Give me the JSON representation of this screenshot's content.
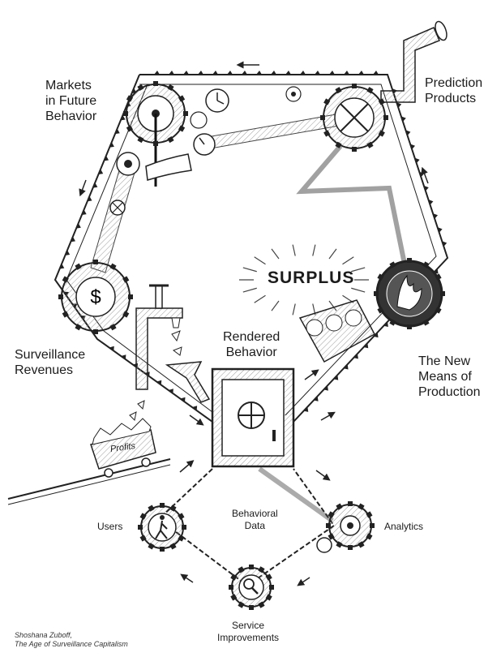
{
  "labels": {
    "markets": [
      "Markets",
      "in Future",
      "Behavior"
    ],
    "prediction": [
      "Prediction",
      "Products"
    ],
    "surplus": "SURPLUS",
    "rendered": [
      "Rendered",
      "Behavior"
    ],
    "revenues": [
      "Surveillance",
      "Revenues"
    ],
    "means": [
      "The New",
      "Means of",
      "Production"
    ],
    "profits": "Profits",
    "users": "Users",
    "behavioral": [
      "Behavioral",
      "Data"
    ],
    "analytics": "Analytics",
    "service": [
      "Service",
      "Improvements"
    ]
  },
  "credit": [
    "Shoshana Zuboff,",
    "The Age of Surveillance Capitalism"
  ],
  "icons": {
    "dollar_symbol": "$",
    "revenue_gear": "dollar-gear-icon",
    "user_gear": "walking-person-gear-icon",
    "analytics_gear": "analytics-gear-icon",
    "service_gear": "magnifier-gear-icon",
    "safe": "vault-safe-icon",
    "fire": "fire-gear-icon"
  },
  "colors": {
    "ink": "#1a1a1a",
    "paper": "#ffffff",
    "shade": "#bdbdbd"
  }
}
